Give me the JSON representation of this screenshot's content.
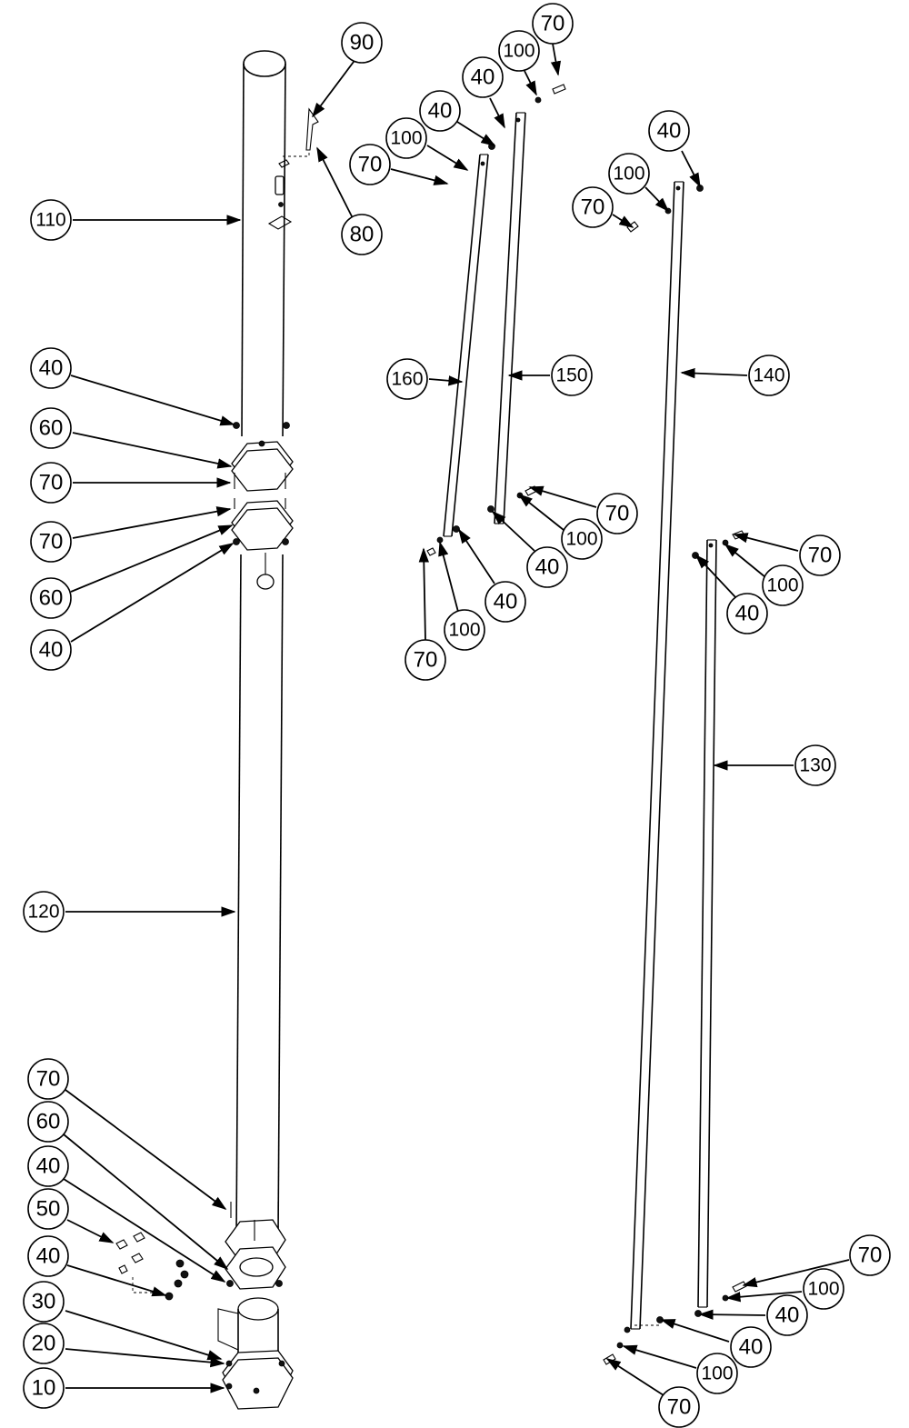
{
  "colors": {
    "line": "#000000",
    "background": "#ffffff"
  },
  "callouts": [
    {
      "id": "c90",
      "label": "90"
    },
    {
      "id": "c80",
      "label": "80"
    },
    {
      "id": "c110",
      "label": "110"
    },
    {
      "id": "c40a",
      "label": "40"
    },
    {
      "id": "c60a",
      "label": "60"
    },
    {
      "id": "c70a",
      "label": "70"
    },
    {
      "id": "c70b",
      "label": "70"
    },
    {
      "id": "c60b",
      "label": "60"
    },
    {
      "id": "c40b",
      "label": "40"
    },
    {
      "id": "c120",
      "label": "120"
    },
    {
      "id": "c70c",
      "label": "70"
    },
    {
      "id": "c60c",
      "label": "60"
    },
    {
      "id": "c40c",
      "label": "40"
    },
    {
      "id": "c50",
      "label": "50"
    },
    {
      "id": "c40d",
      "label": "40"
    },
    {
      "id": "c30",
      "label": "30"
    },
    {
      "id": "c20",
      "label": "20"
    },
    {
      "id": "c10",
      "label": "10"
    },
    {
      "id": "c70t",
      "label": "70"
    },
    {
      "id": "c100t",
      "label": "100"
    },
    {
      "id": "c40t",
      "label": "40"
    },
    {
      "id": "c40t2",
      "label": "40"
    },
    {
      "id": "c100t2",
      "label": "100"
    },
    {
      "id": "c70t2",
      "label": "70"
    },
    {
      "id": "c160",
      "label": "160"
    },
    {
      "id": "c150",
      "label": "150"
    },
    {
      "id": "c70m",
      "label": "70"
    },
    {
      "id": "c100m",
      "label": "100"
    },
    {
      "id": "c40m",
      "label": "40"
    },
    {
      "id": "c40m2",
      "label": "40"
    },
    {
      "id": "c100m2",
      "label": "100"
    },
    {
      "id": "c70m2",
      "label": "70"
    },
    {
      "id": "c40r",
      "label": "40"
    },
    {
      "id": "c100r",
      "label": "100"
    },
    {
      "id": "c70r",
      "label": "70"
    },
    {
      "id": "c140",
      "label": "140"
    },
    {
      "id": "c70r2",
      "label": "70"
    },
    {
      "id": "c100r2",
      "label": "100"
    },
    {
      "id": "c40r2",
      "label": "40"
    },
    {
      "id": "c130",
      "label": "130"
    },
    {
      "id": "c70r3",
      "label": "70"
    },
    {
      "id": "c100r3",
      "label": "100"
    },
    {
      "id": "c40r3",
      "label": "40"
    },
    {
      "id": "c40r4",
      "label": "40"
    },
    {
      "id": "c100r4",
      "label": "100"
    },
    {
      "id": "c70r4",
      "label": "70"
    }
  ]
}
